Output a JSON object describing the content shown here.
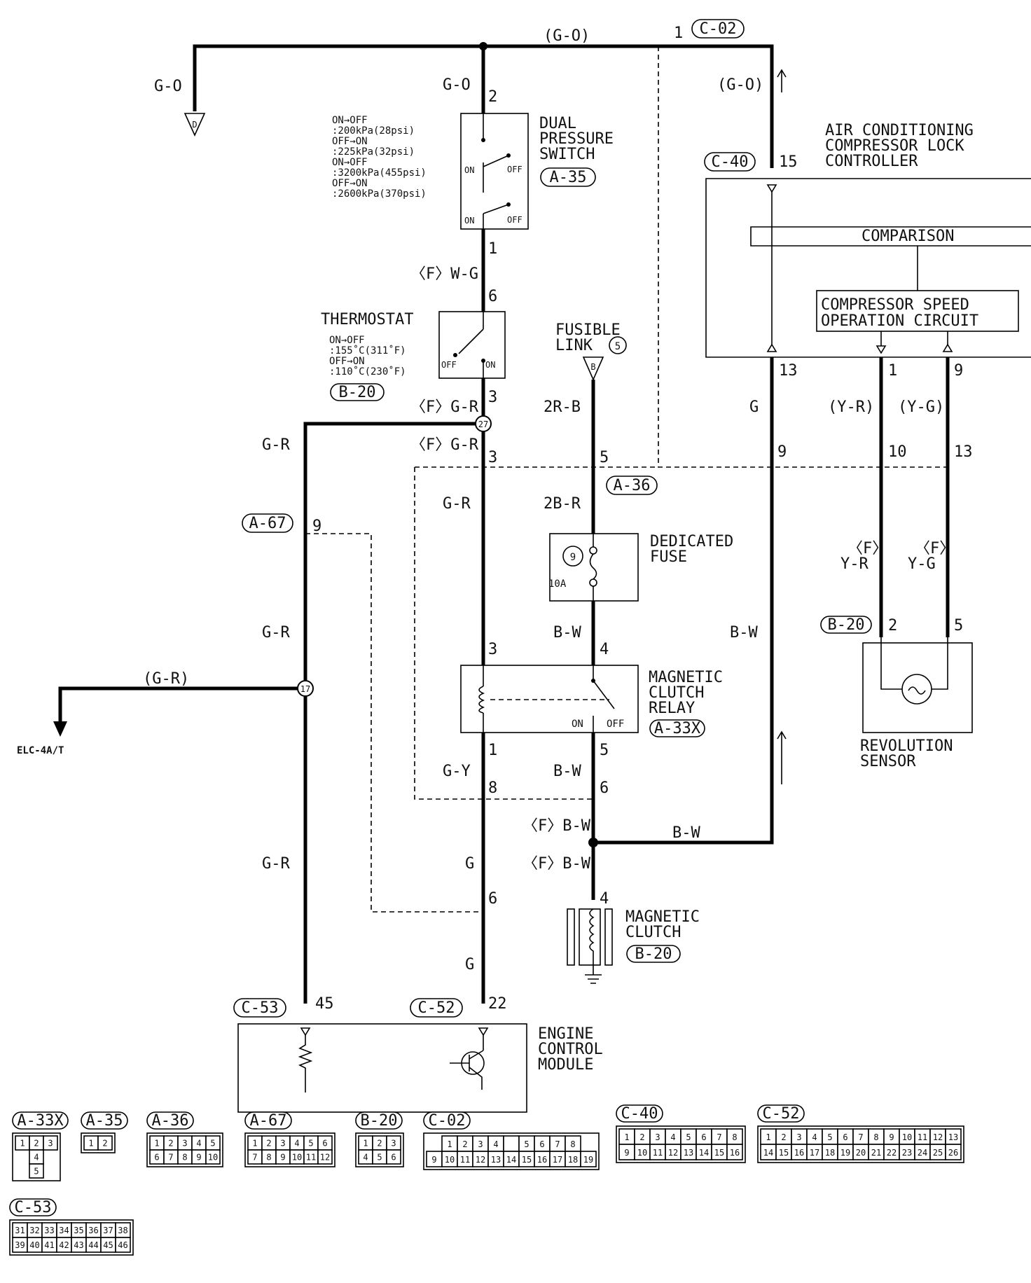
{
  "wire_labels": {
    "go_top": "(G-O)",
    "go_left": "G-O",
    "go_mid": "G-O",
    "go_right": "(G-O)",
    "f_wg": "〈F〉W-G",
    "f_gr_1": "〈F〉G-R",
    "f_gr_2": "〈F〉G-R",
    "gr_left": "G-R",
    "gr_mid": "G-R",
    "gr_left2": "G-R",
    "gr_branch": "(G-R)",
    "gr_left3": "G-R",
    "gy": "G-Y",
    "g_mid": "G",
    "g_low": "G",
    "g_right": "G",
    "r2b": "2R-B",
    "b2r": "2B-R",
    "bw_1": "B-W",
    "bw_2": "B-W",
    "f_bw_1": "〈F〉B-W",
    "f_bw_2": "〈F〉B-W",
    "bw_h": "B-W",
    "bw_right": "B-W",
    "yr": "(Y-R)",
    "yg": "(Y-G)",
    "f_yr_f": "〈F〉",
    "f_yr": "Y-R",
    "f_yg_f": "〈F〉",
    "f_yg": "Y-G"
  },
  "pins": {
    "p1_c02": "1",
    "p2": "2",
    "p1_dps": "1",
    "p6_th": "6",
    "p3_th": "3",
    "p27": "27",
    "p3_a": "3",
    "p5_a36": "5",
    "p9_a67": "9",
    "p3_relay": "3",
    "p4_relay": "4",
    "p1_relay": "1",
    "p5_relay": "5",
    "p8": "8",
    "p6_r": "6",
    "p17": "17",
    "p6_g": "6",
    "p4_mc": "4",
    "p45": "45",
    "p22": "22",
    "p15": "15",
    "p13": "13",
    "p1_c40": "1",
    "p9_c40": "9",
    "p9_row": "9",
    "p10": "10",
    "p13_row": "13",
    "p2_b20": "2",
    "p5_b20": "5"
  },
  "connectors": {
    "c02": "C-02",
    "c40": "C-40",
    "a35": "A-35",
    "b20_th": "B-20",
    "a36": "A-36",
    "a67": "A-67",
    "a33x": "A-33X",
    "b20_mc": "B-20",
    "b20_rs": "B-20",
    "c53": "C-53",
    "c52": "C-52"
  },
  "components": {
    "dual_pressure_switch": [
      "DUAL",
      "PRESSURE",
      "SWITCH"
    ],
    "dps_spec": [
      "ON→OFF",
      ":200kPa(28psi)",
      "OFF→ON",
      ":225kPa(32psi)",
      "ON→OFF",
      ":3200kPa(455psi)",
      "OFF→ON",
      ":2600kPa(370psi)"
    ],
    "thermostat": "THERMOSTAT",
    "thermostat_spec": [
      "ON→OFF",
      ":155˚C(311˚F)",
      "OFF→ON",
      ":110˚C(230˚F)"
    ],
    "fusible_link": [
      "FUSIBLE",
      "LINK"
    ],
    "fusible_num": "5",
    "fusible_tag": "B",
    "ground_tag": "D",
    "dedicated_fuse": [
      "DEDICATED",
      "FUSE"
    ],
    "fuse_num": "9",
    "fuse_amp": "10A",
    "relay": [
      "MAGNETIC",
      "CLUTCH",
      "RELAY"
    ],
    "clutch": [
      "MAGNETIC",
      "CLUTCH"
    ],
    "ac_controller": [
      "AIR CONDITIONING",
      "COMPRESSOR LOCK",
      "CONTROLLER"
    ],
    "comparison": "COMPARISON",
    "speed_circuit": [
      "COMPRESSOR SPEED",
      "OPERATION CIRCUIT"
    ],
    "revolution_sensor": [
      "REVOLUTION",
      "SENSOR"
    ],
    "ecm": [
      "ENGINE",
      "CONTROL",
      "MODULE"
    ],
    "elc": "ELC-4A/T",
    "on": "ON",
    "off": "OFF"
  },
  "legend": {
    "a33x": {
      "tag": "A-33X",
      "rows": [
        [
          "1",
          "2",
          "3"
        ],
        [
          "4"
        ],
        [
          "5"
        ]
      ]
    },
    "a35": {
      "tag": "A-35",
      "rows": [
        [
          "1",
          "2"
        ]
      ]
    },
    "a36": {
      "tag": "A-36",
      "rows": [
        [
          "1",
          "2",
          "3",
          "4",
          "5"
        ],
        [
          "6",
          "7",
          "8",
          "9",
          "10"
        ]
      ]
    },
    "a67": {
      "tag": "A-67",
      "rows": [
        [
          "1",
          "2",
          "3",
          "4",
          "5",
          "6"
        ],
        [
          "7",
          "8",
          "9",
          "10",
          "11",
          "12"
        ]
      ]
    },
    "b20": {
      "tag": "B-20",
      "rows": [
        [
          "1",
          "2",
          "3"
        ],
        [
          "4",
          "5",
          "6"
        ]
      ]
    },
    "c02": {
      "tag": "C-02",
      "rows": [
        [
          "1",
          "2",
          "3",
          "4",
          "",
          "5",
          "6",
          "7",
          "8"
        ],
        [
          "9",
          "10",
          "11",
          "12",
          "13",
          "14",
          "15",
          "16",
          "17",
          "18",
          "19"
        ]
      ]
    },
    "c40": {
      "tag": "C-40",
      "rows": [
        [
          "1",
          "2",
          "3",
          "4",
          "5",
          "6",
          "7",
          "8"
        ],
        [
          "9",
          "10",
          "11",
          "12",
          "13",
          "14",
          "15",
          "16"
        ]
      ]
    },
    "c52": {
      "tag": "C-52",
      "rows": [
        [
          "1",
          "2",
          "3",
          "4",
          "5",
          "6",
          "7",
          "8",
          "9",
          "10",
          "11",
          "12",
          "13"
        ],
        [
          "14",
          "15",
          "16",
          "17",
          "18",
          "19",
          "20",
          "21",
          "22",
          "23",
          "24",
          "25",
          "26"
        ]
      ]
    },
    "c53": {
      "tag": "C-53",
      "rows": [
        [
          "31",
          "32",
          "33",
          "34",
          "35",
          "36",
          "37",
          "38"
        ],
        [
          "39",
          "40",
          "41",
          "42",
          "43",
          "44",
          "45",
          "46"
        ]
      ]
    }
  }
}
